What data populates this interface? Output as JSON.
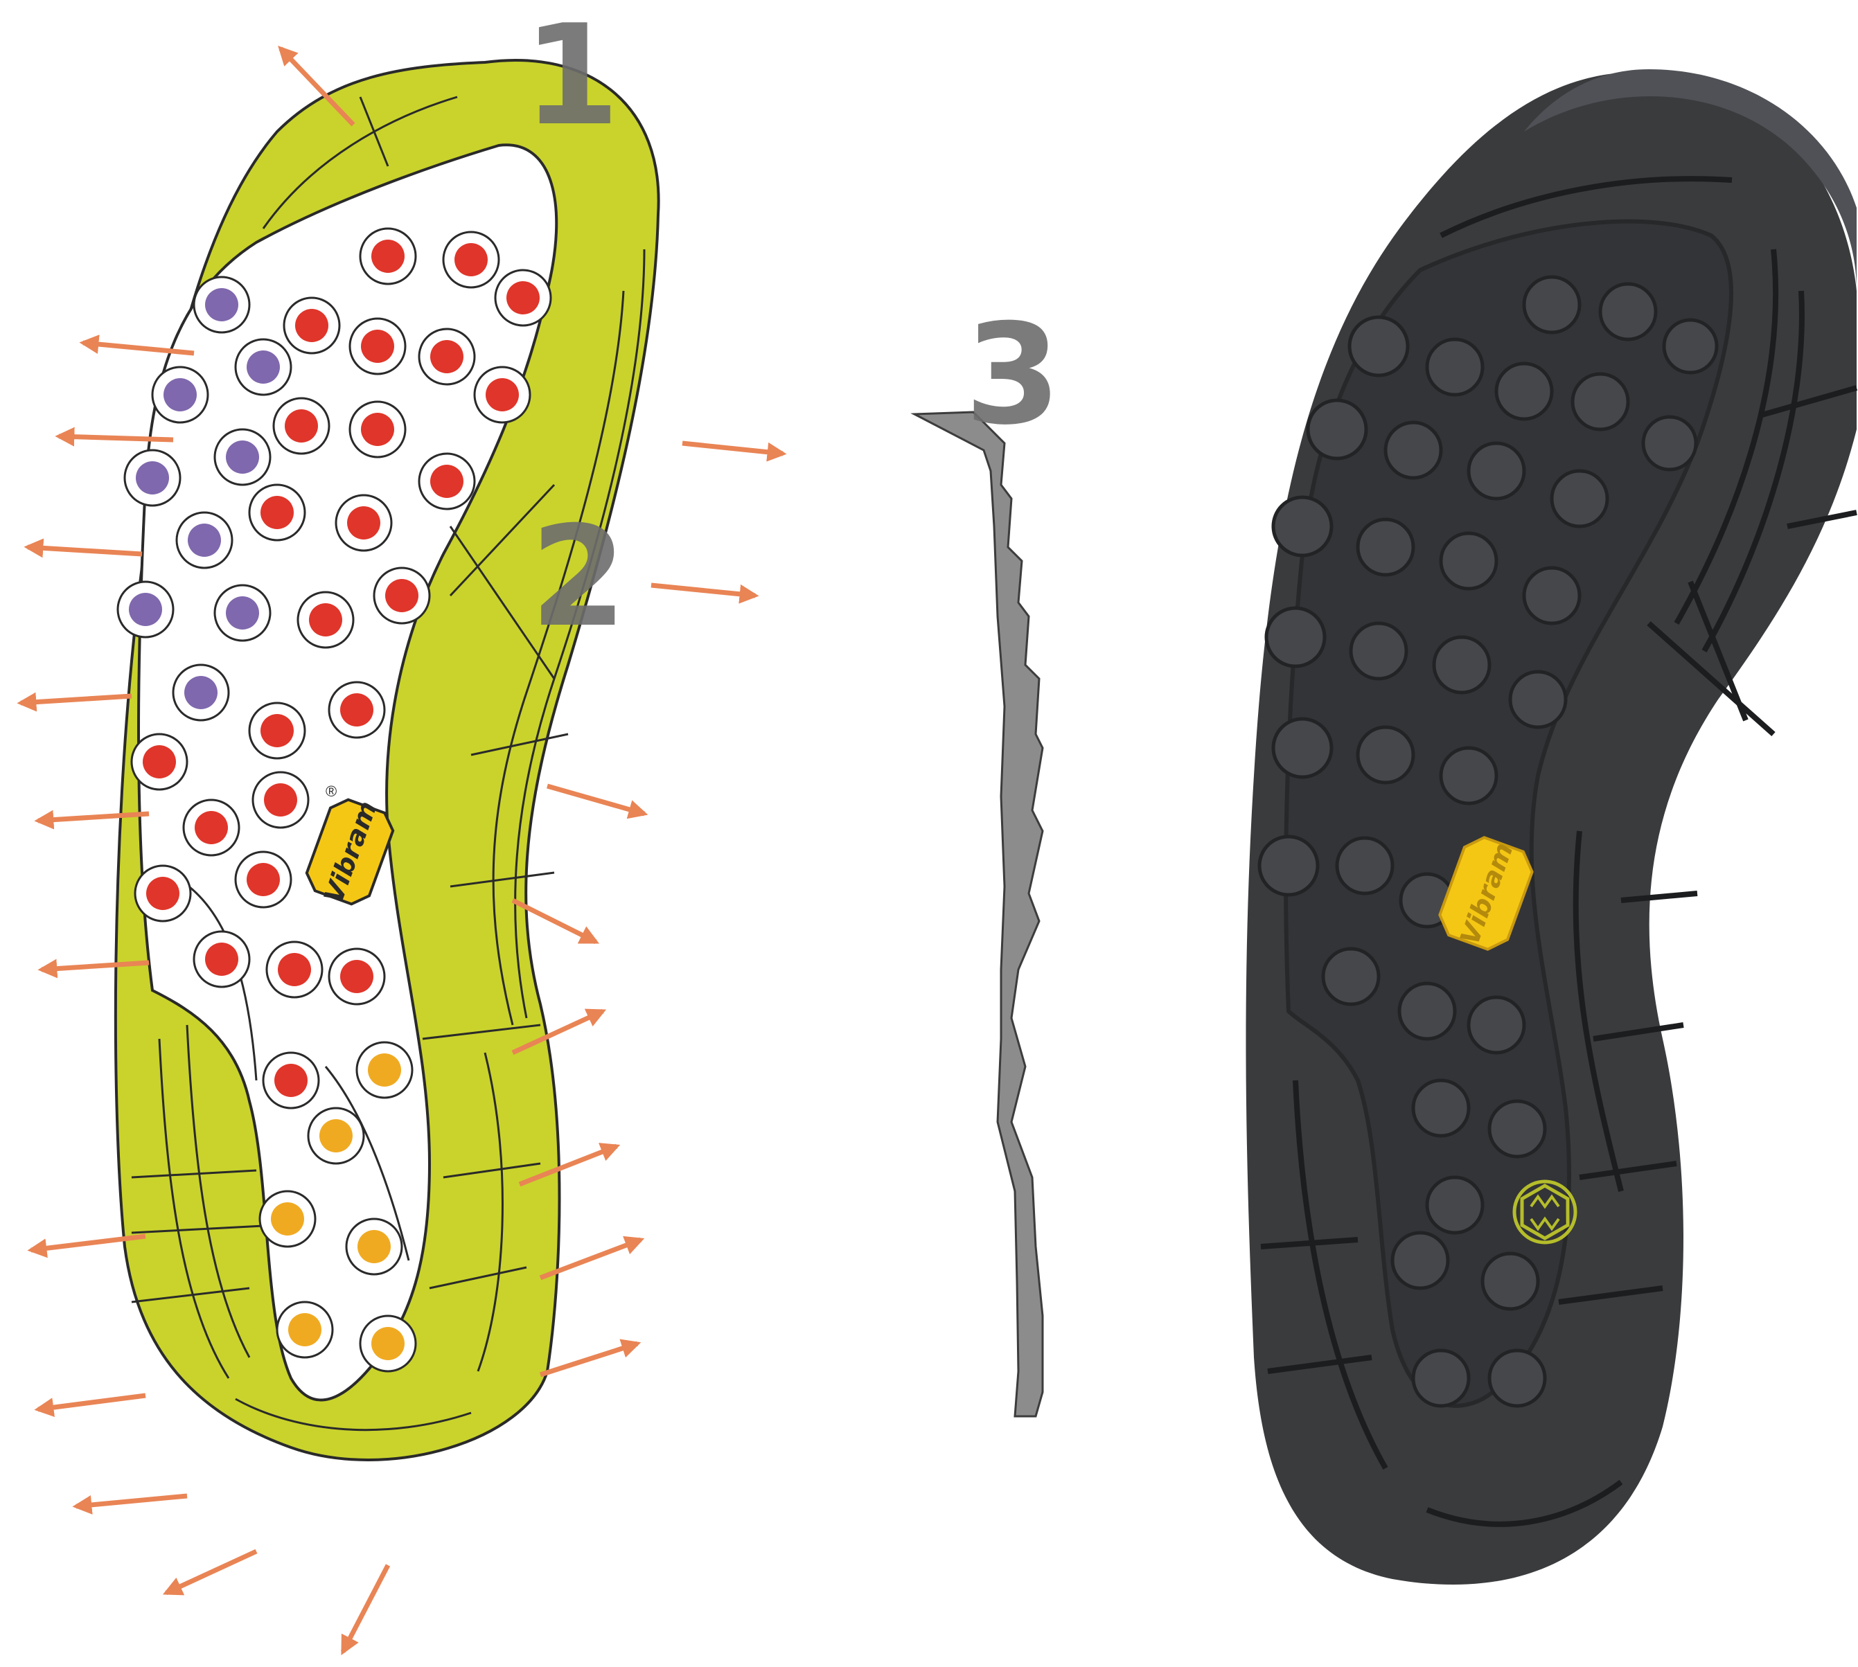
{
  "labels": {
    "zone_1": "1",
    "zone_2": "2",
    "zone_3": "3"
  },
  "logo": {
    "brand": "Vibram",
    "registered": "®"
  },
  "colors": {
    "rim": "#c9d32c",
    "inner": "#ffffff",
    "outline": "#2a2a2a",
    "arrow": "#e98455",
    "lug_purple": "#7f68ad",
    "lug_red": "#e0352a",
    "lug_orange": "#f0aa22",
    "logo_yellow": "#f5c715",
    "profile_gray": "#8c8c8c",
    "label_gray": "#6d6d6d",
    "sole_rubber": "#3a3b3d",
    "sole_shadow": "#4f5156",
    "emblem": "#b5bd2a"
  },
  "icons": {
    "arrows": "outward-arrow-icon",
    "logo": "vibram-octagon-logo",
    "emblem": "mountain-emblem-icon"
  }
}
